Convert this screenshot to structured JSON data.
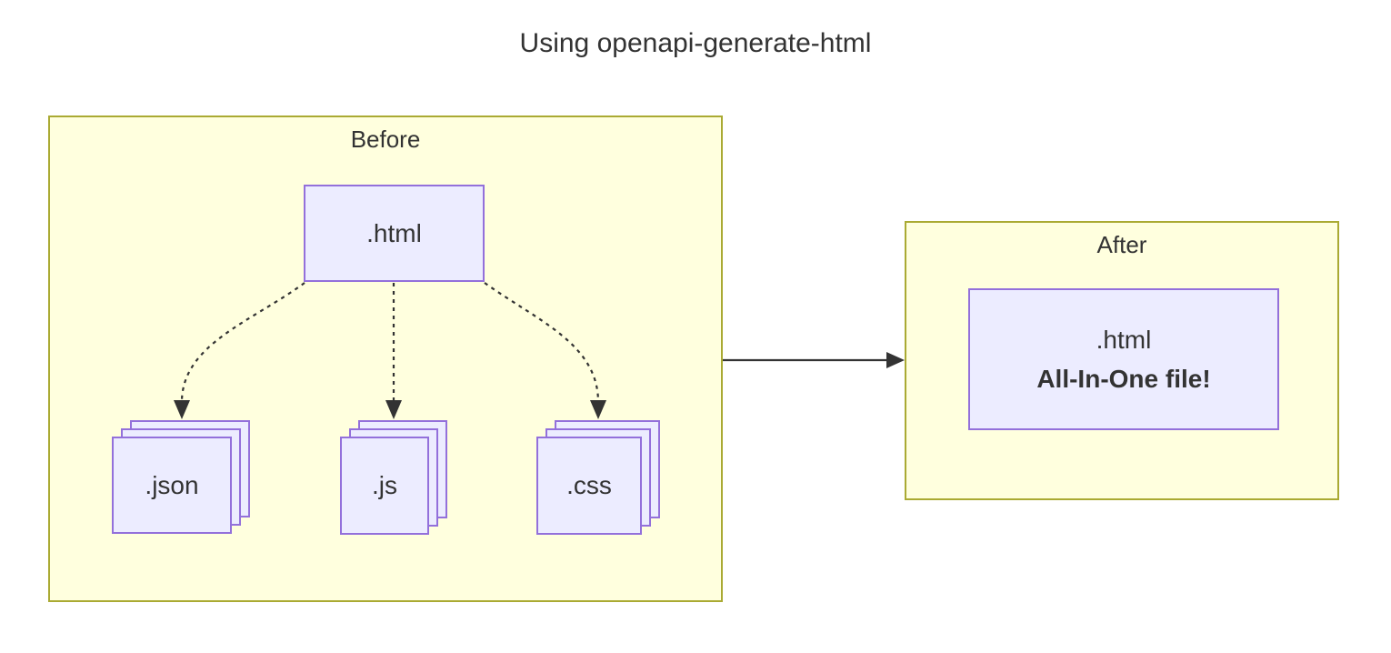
{
  "title": "Using openapi-generate-html",
  "colors": {
    "cluster_fill": "#ffffde",
    "cluster_border": "#aaaa33",
    "node_fill": "#ECECFF",
    "node_border": "#9370DB",
    "text": "#333333",
    "edge": "#333333"
  },
  "before": {
    "label": "Before",
    "html_node_label": ".html",
    "stacks": [
      {
        "label": ".json"
      },
      {
        "label": ".js"
      },
      {
        "label": ".css"
      }
    ]
  },
  "after": {
    "label": "After",
    "node_line1": ".html",
    "node_line2": "All-In-One file!"
  },
  "edges": [
    {
      "from": ".html",
      "to": ".json",
      "style": "dashed-arrow"
    },
    {
      "from": ".html",
      "to": ".js",
      "style": "dashed-arrow"
    },
    {
      "from": ".html",
      "to": ".css",
      "style": "dashed-arrow"
    },
    {
      "from": "Before",
      "to": "After",
      "style": "solid-arrow"
    }
  ]
}
